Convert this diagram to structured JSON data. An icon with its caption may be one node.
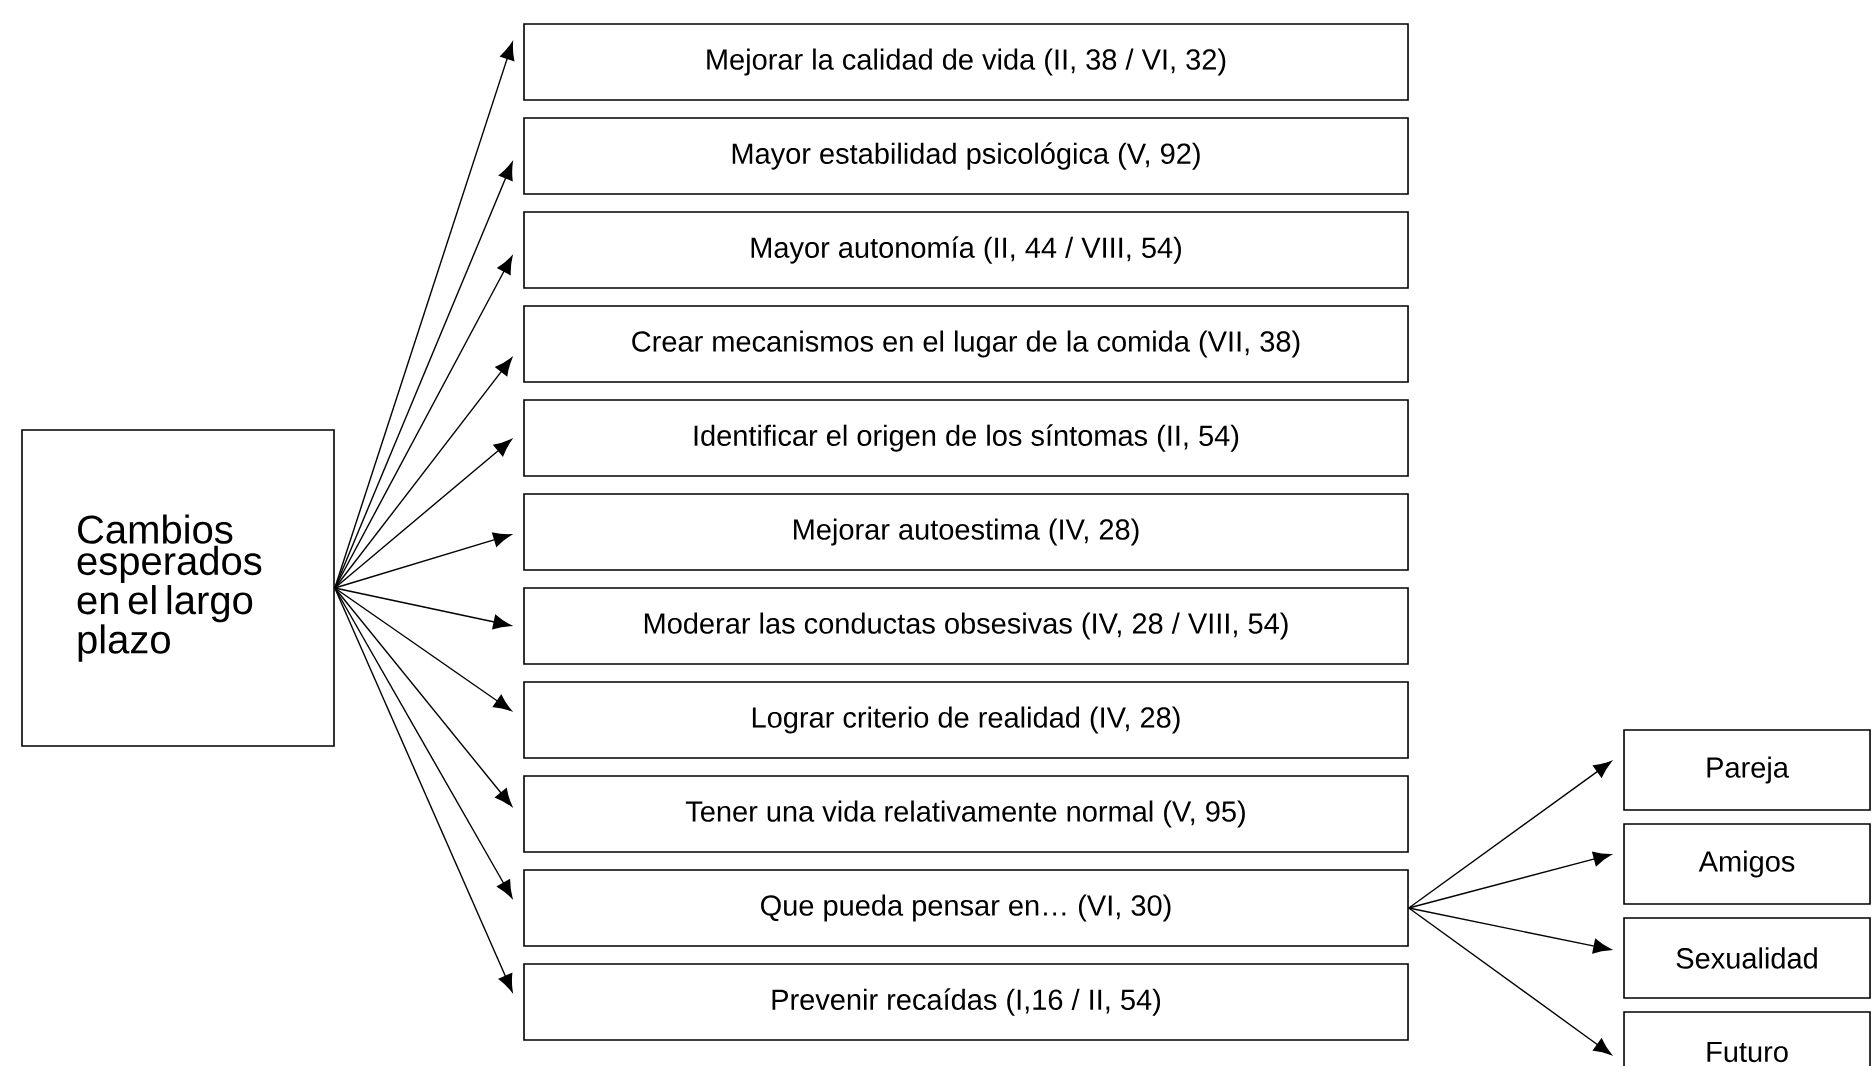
{
  "diagram": {
    "nodes": [
      {
        "text": [
          "Cambios esperados en el largo plazo"
        ]
      },
      {
        "text": [
          "Mejorar la calidad de vida (II, 38 / VI, 32)"
        ]
      },
      {
        "text": [
          "Mayor estabilidad psicológica (V, 92)"
        ]
      },
      {
        "text": [
          "Mayor autonomía (II, 44 / VIII, 54)"
        ]
      },
      {
        "text": [
          "Crear mecanismos en el lugar de la comida (VII, 38)"
        ]
      },
      {
        "text": [
          "Identificar el origen de los síntomas (II, 54)"
        ]
      },
      {
        "text": [
          "Mejorar autoestima (IV, 28)"
        ]
      },
      {
        "text": [
          "Moderar las conductas obsesivas (IV, 28 / VIII, 54)"
        ]
      },
      {
        "text": [
          "Lograr criterio de realidad (IV, 28)"
        ]
      },
      {
        "text": [
          "Tener una vida relativamente normal (V, 95)"
        ]
      },
      {
        "text": [
          "Que pueda pensar en… (VI, 30)"
        ]
      },
      {
        "text": [
          "Prevenir recaídas (I,16 / II, 54)"
        ]
      },
      {
        "text": [
          "Pareja"
        ]
      },
      {
        "text": [
          "Amigos"
        ]
      },
      {
        "text": [
          "Sexualidad"
        ]
      },
      {
        "text": [
          "Futuro"
        ]
      }
    ],
    "edges": [
      {
        "from": 0,
        "to": 1,
        "arrow": "to"
      },
      {
        "from": 0,
        "to": 2,
        "arrow": "to"
      },
      {
        "from": 0,
        "to": 3,
        "arrow": "to"
      },
      {
        "from": 0,
        "to": 4,
        "arrow": "to"
      },
      {
        "from": 0,
        "to": 5,
        "arrow": "to"
      },
      {
        "from": 0,
        "to": 6,
        "arrow": "to"
      },
      {
        "from": 0,
        "to": 7,
        "arrow": "to"
      },
      {
        "from": 0,
        "to": 8,
        "arrow": "to"
      },
      {
        "from": 0,
        "to": 9,
        "arrow": "to"
      },
      {
        "from": 0,
        "to": 10,
        "arrow": "to"
      },
      {
        "from": 0,
        "to": 11,
        "arrow": "to"
      },
      {
        "from": 10,
        "to": 12,
        "arrow": "to"
      },
      {
        "from": 10,
        "to": 13,
        "arrow": "to"
      },
      {
        "from": 10,
        "to": 14,
        "arrow": "to"
      },
      {
        "from": 10,
        "to": 15,
        "arrow": "to"
      }
    ]
  }
}
